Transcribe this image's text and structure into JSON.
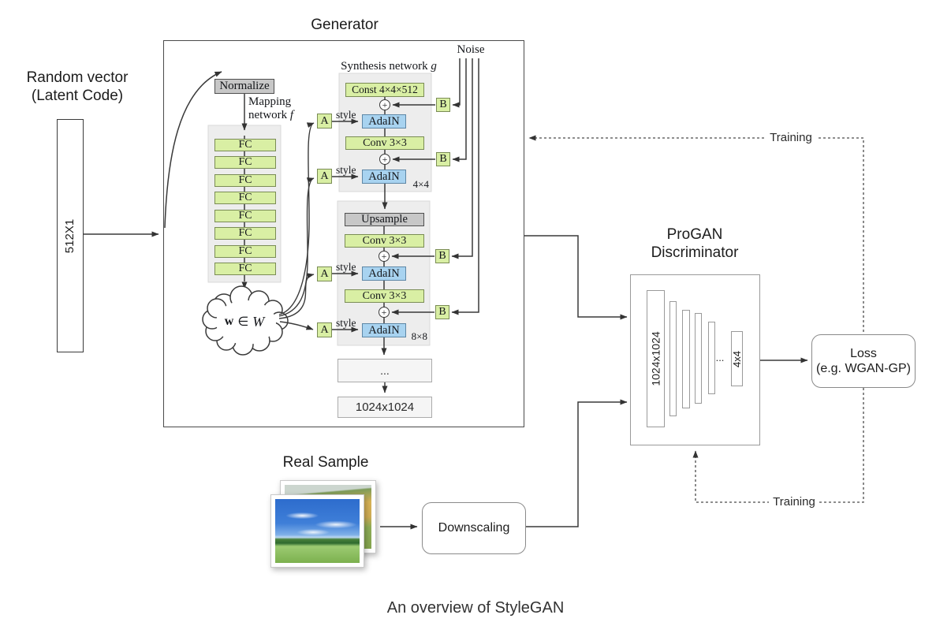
{
  "palette": {
    "green_fill": "#d9efa4",
    "green_border": "#7a8c55",
    "blue_fill": "#a8d3f0",
    "blue_border": "#5e87a6",
    "gray_fill": "#c7c7c7",
    "container_fill": "#ededed",
    "line": "#3a3a3a"
  },
  "caption": "An overview of StyleGAN",
  "latent": {
    "title_line1": "Random vector",
    "title_line2": "(Latent Code)",
    "vector_label": "512X1"
  },
  "generator": {
    "title": "Generator",
    "normalize": "Normalize",
    "mapping_line1": "Mapping",
    "mapping_line2": "network",
    "mapping_f": "f",
    "fc": "FC",
    "cloud_w": "w",
    "cloud_in": "∈",
    "cloud_W": "W",
    "style": "style",
    "a": "A",
    "b": "B",
    "plus": "+",
    "noise": "Noise",
    "synthesis_title": "Synthesis network",
    "synthesis_g": "g",
    "const": "Const 4×4×512",
    "adain": "AdaIN",
    "conv": "Conv 3×3",
    "upsample": "Upsample",
    "res_4x4": "4×4",
    "res_8x8": "8×8",
    "dots": "...",
    "final_res": "1024x1024"
  },
  "real_sample": {
    "title": "Real Sample"
  },
  "downscaling": {
    "label": "Downscaling"
  },
  "discriminator": {
    "title_line1": "ProGAN",
    "title_line2": "Discriminator",
    "input_res": "1024x1024",
    "dots": "...",
    "output_res": "4x4"
  },
  "loss": {
    "line1": "Loss",
    "line2": "(e.g. WGAN-GP)"
  },
  "training": {
    "label_top": "Training",
    "label_bottom": "Training"
  }
}
